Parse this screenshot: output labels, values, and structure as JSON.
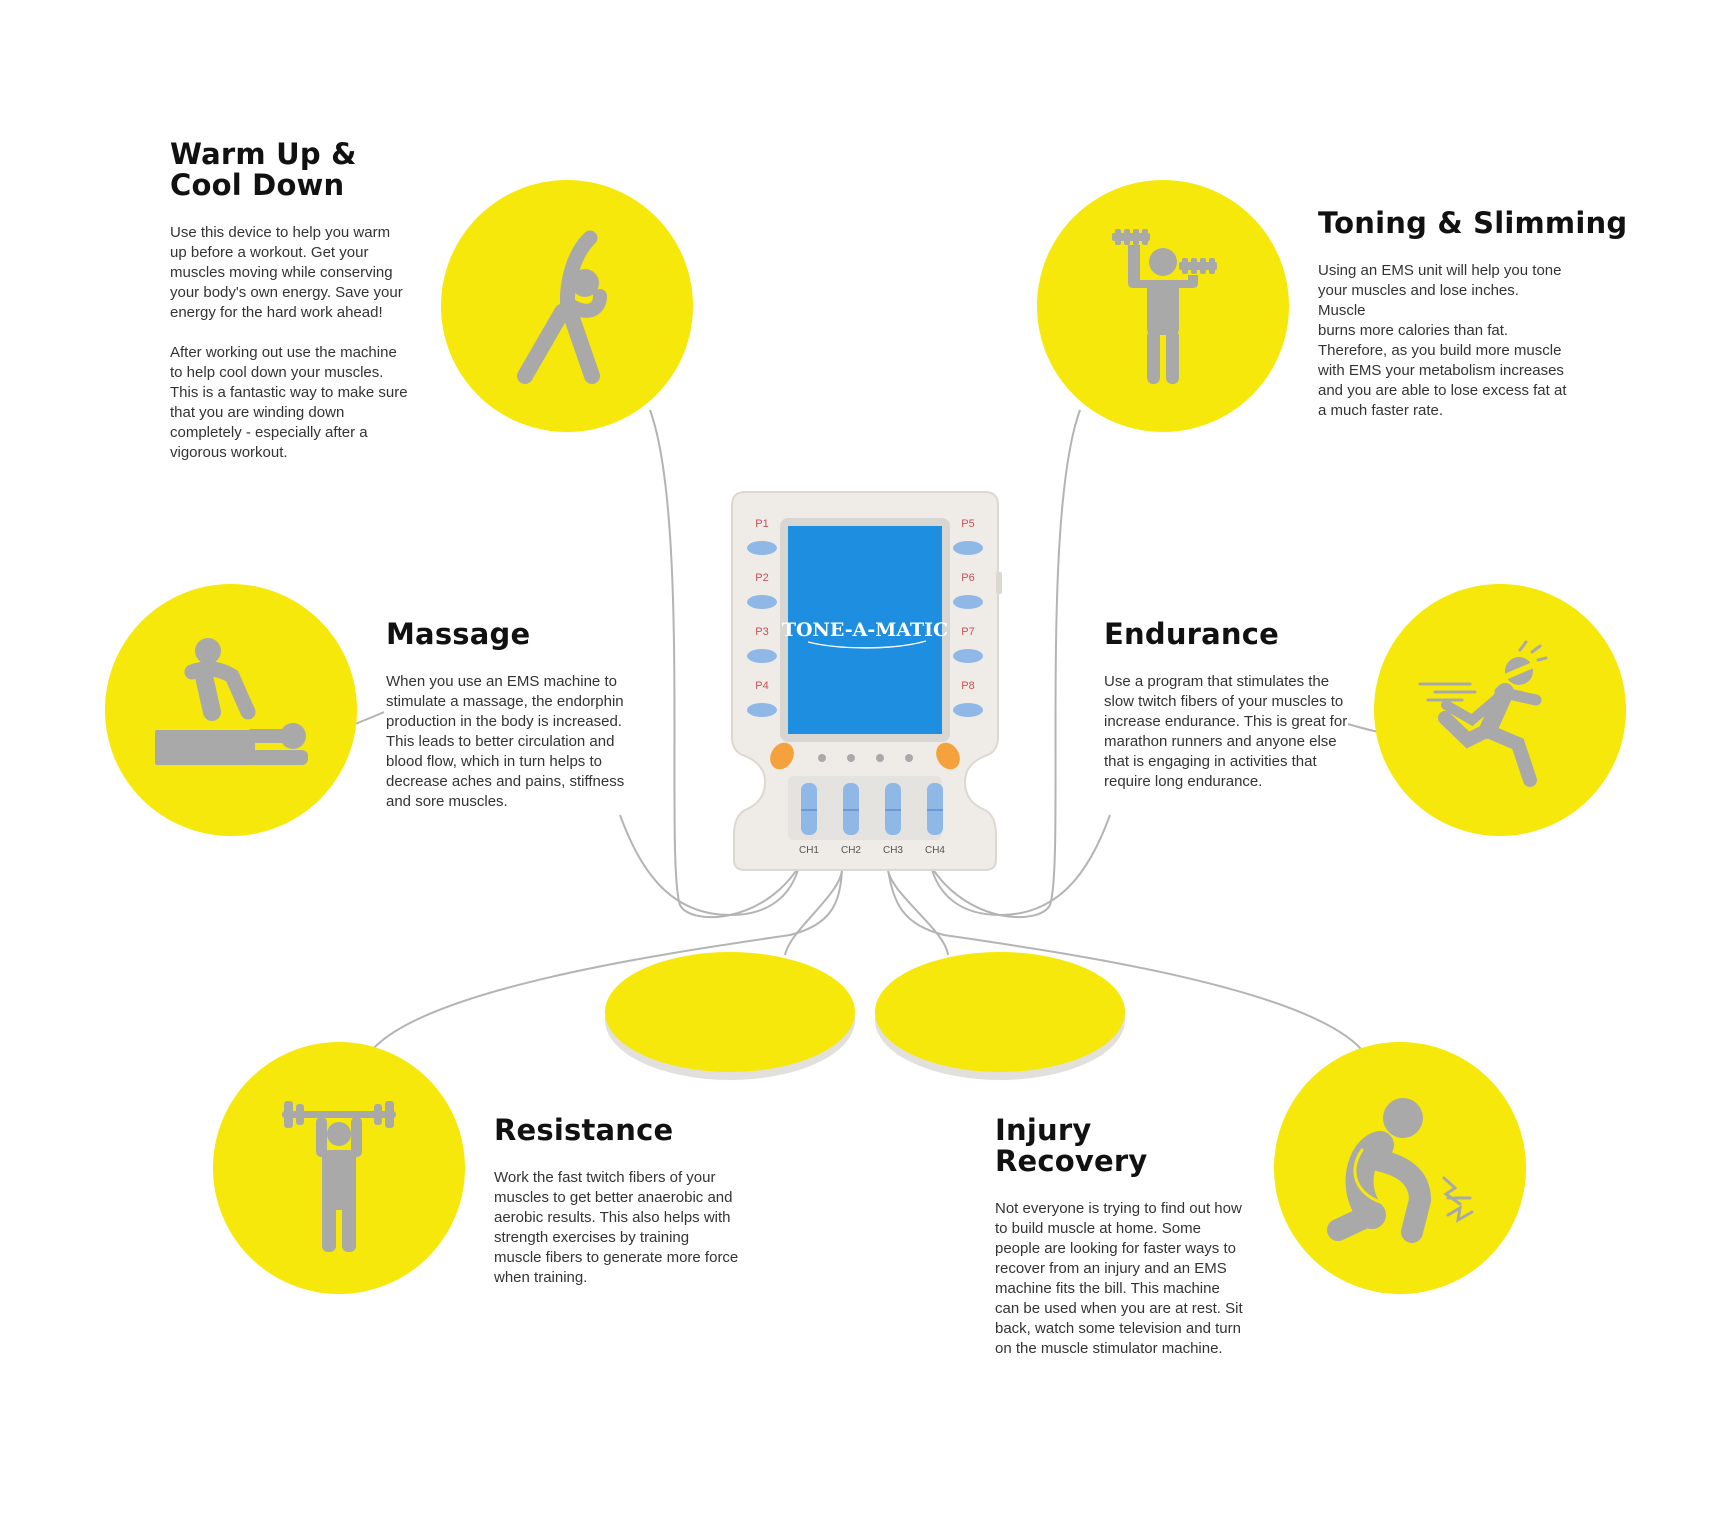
{
  "device": {
    "brand": "TONE-A-MATIC",
    "program_buttons_left": [
      "P1",
      "P2",
      "P3",
      "P4"
    ],
    "program_buttons_right": [
      "P5",
      "P6",
      "P7",
      "P8"
    ],
    "channels": [
      "CH1",
      "CH2",
      "CH3",
      "CH4"
    ]
  },
  "colors": {
    "accent": "#f6e80a",
    "figure": "#a9a9a9",
    "wire": "#b4b4b4",
    "screen": "#1e8fe0",
    "device_body": "#efece8",
    "button": "#8fb8e6",
    "knob": "#f5a23c"
  },
  "sections": {
    "warmup": {
      "icon": "stretching-person-icon",
      "title": "Warm Up &\nCool Down",
      "paragraphs": [
        "Use this device to help you warm up before a workout. Get your muscles moving while conserving your body's own energy. Save your energy for the hard work ahead!",
        "After working out use the machine to help cool down your muscles. This is a fantastic way to make sure that you are winding down completely - especially after a vigorous workout."
      ]
    },
    "toning": {
      "icon": "dumbbell-lift-icon",
      "title": "Toning & Slimming",
      "paragraphs": [
        "Using an EMS unit will help you tone your muscles and lose inches. Muscle\nburns more calories than fat. Therefore, as you build more muscle with EMS your metabolism increases and you are able to lose excess fat at a much faster rate."
      ]
    },
    "massage": {
      "icon": "massage-icon",
      "title": "Massage",
      "paragraphs": [
        "When you use an EMS machine to stimulate a massage, the endorphin production in the body is increased. This leads to better circulation and blood flow, which in turn helps to decrease aches and pains, stiffness and sore muscles."
      ]
    },
    "endurance": {
      "icon": "running-person-icon",
      "title": "Endurance",
      "paragraphs": [
        "Use a program that stimulates the slow twitch fibers of your muscles to increase endurance. This is great for marathon runners and anyone else that is engaging in activities that require long endurance."
      ]
    },
    "resistance": {
      "icon": "barbell-lift-icon",
      "title": "Resistance",
      "paragraphs": [
        "Work the fast twitch fibers of your muscles to get better anaerobic and aerobic results. This also helps with strength exercises by training muscle fibers to generate more force when training."
      ]
    },
    "injury": {
      "icon": "knee-injury-icon",
      "title": "Injury Recovery",
      "paragraphs": [
        "Not everyone is trying to find out how to build muscle at home. Some people are looking for faster ways to recover from an injury and an EMS machine fits the bill. This machine can be used when you are at rest. Sit back, watch some television and turn on the muscle stimulator machine."
      ]
    }
  }
}
